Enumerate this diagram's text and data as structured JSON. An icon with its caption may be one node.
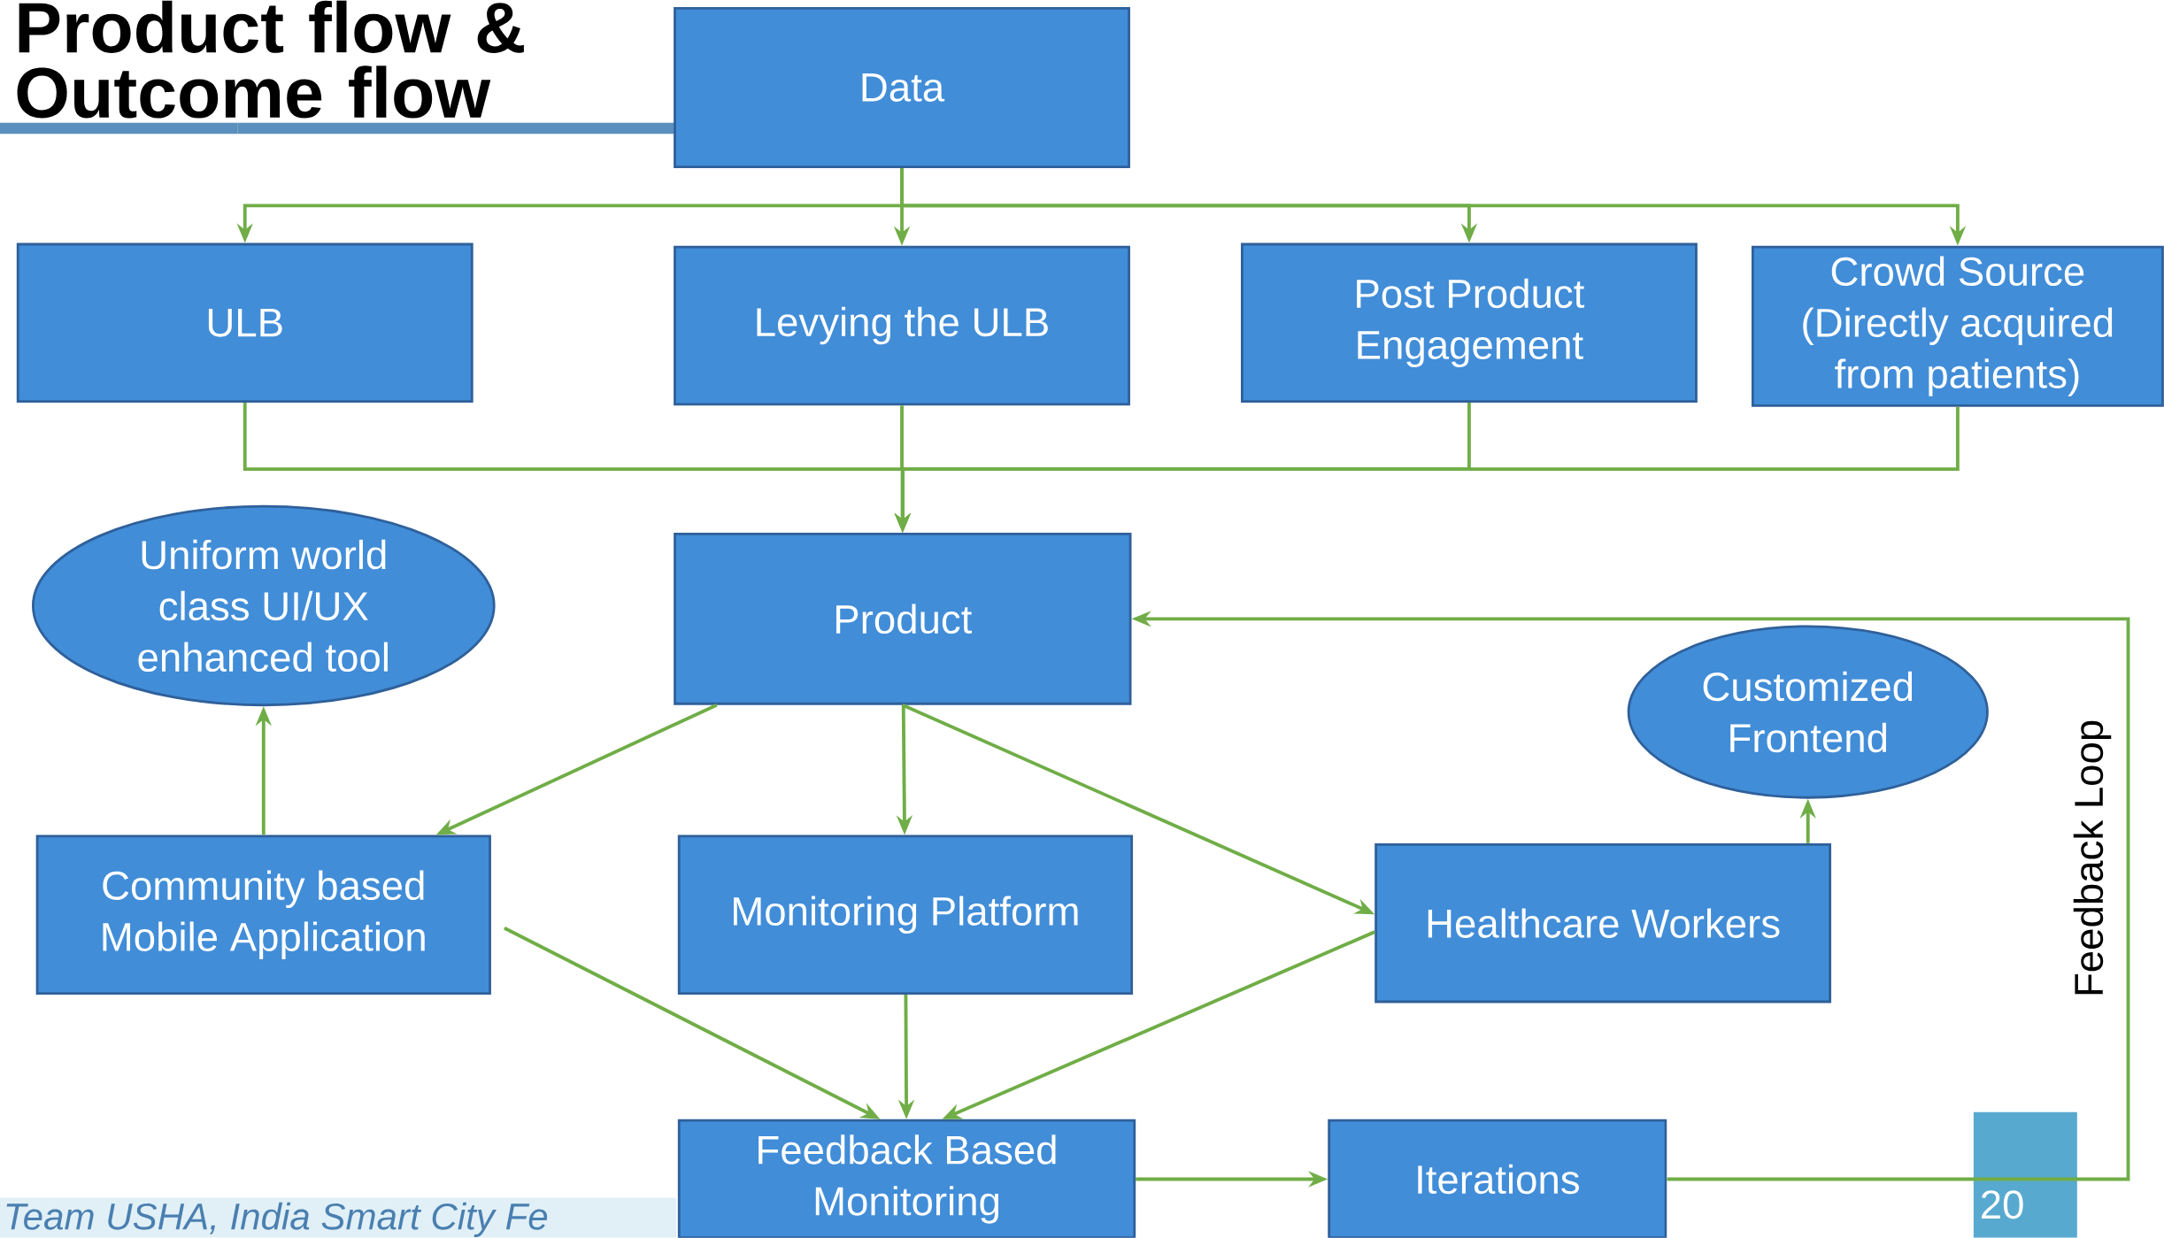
{
  "diagram": {
    "title": "Product flow & Outcome flow",
    "nodes": [
      {
        "text": [
          "Data"
        ]
      },
      {
        "text": [
          "ULB"
        ]
      },
      {
        "text": [
          "Levying the ULB"
        ]
      },
      {
        "text": [
          "Post Product Engagement"
        ]
      },
      {
        "text": [
          "Crowd Source (Directly acquired from patients)"
        ]
      },
      {
        "text": [
          "Product"
        ]
      },
      {
        "text": [
          "Uniform world class UI/UX enhanced tool"
        ]
      },
      {
        "text": [
          "Community based Mobile Application"
        ]
      },
      {
        "text": [
          "Monitoring Platform"
        ]
      },
      {
        "text": [
          "Healthcare Workers"
        ]
      },
      {
        "text": [
          "Customized Frontend"
        ]
      },
      {
        "text": [
          "Feedback Based Monitoring"
        ]
      },
      {
        "text": [
          "Iterations"
        ]
      }
    ],
    "edges": [
      {
        "from": 0,
        "to": 1,
        "arrow": "to"
      },
      {
        "from": 0,
        "to": 2,
        "arrow": "to"
      },
      {
        "from": 0,
        "to": 3,
        "arrow": "to"
      },
      {
        "from": 0,
        "to": 4,
        "arrow": "to"
      },
      {
        "from": 1,
        "to": 5,
        "arrow": "to"
      },
      {
        "from": 2,
        "to": 5,
        "arrow": "to"
      },
      {
        "from": 3,
        "to": 5,
        "arrow": "to"
      },
      {
        "from": 4,
        "to": 5,
        "arrow": "to"
      },
      {
        "from": 5,
        "to": 7,
        "arrow": "to"
      },
      {
        "from": 5,
        "to": 8,
        "arrow": "to"
      },
      {
        "from": 5,
        "to": 9,
        "arrow": "to"
      },
      {
        "from": 7,
        "to": 6,
        "arrow": "to"
      },
      {
        "from": 9,
        "to": 10,
        "arrow": "to"
      },
      {
        "from": 7,
        "to": 11,
        "arrow": "to"
      },
      {
        "from": 8,
        "to": 11,
        "arrow": "to"
      },
      {
        "from": 9,
        "to": 11,
        "arrow": "to"
      },
      {
        "from": 11,
        "to": 12,
        "arrow": "to"
      },
      {
        "from": 12,
        "to": 5,
        "arrow": "to",
        "label": "Feedback Loop"
      }
    ],
    "labels": [
      "Team USHA, India Smart City Fe",
      "20"
    ]
  }
}
